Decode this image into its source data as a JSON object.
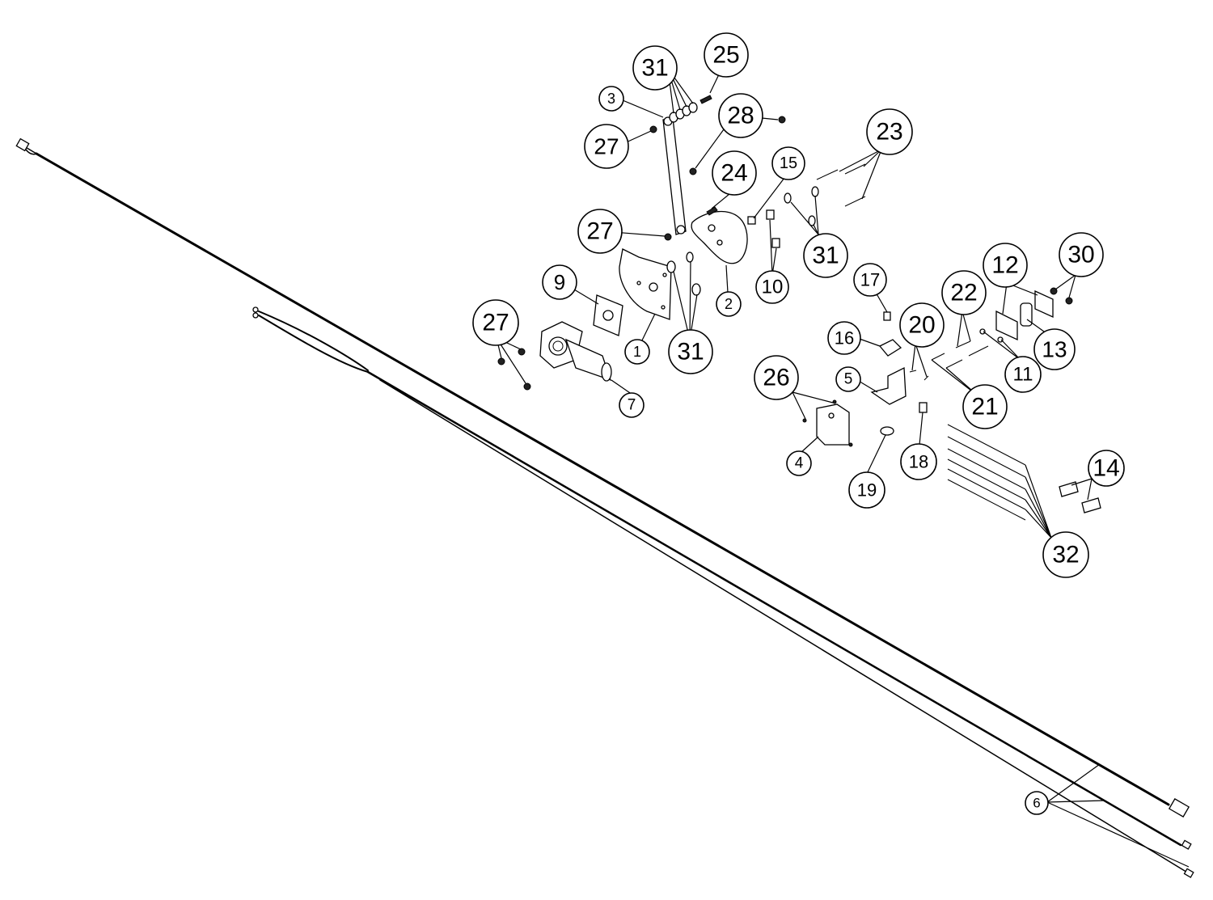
{
  "callouts": {
    "c1": "1",
    "c2": "2",
    "c3": "3",
    "c4": "4",
    "c5": "5",
    "c6": "6",
    "c7": "7",
    "c9": "9",
    "c10": "10",
    "c11": "11",
    "c12": "12",
    "c13": "13",
    "c14": "14",
    "c15": "15",
    "c16": "16",
    "c17": "17",
    "c18": "18",
    "c19": "19",
    "c20": "20",
    "c21": "21",
    "c22": "22",
    "c23": "23",
    "c24": "24",
    "c25": "25",
    "c26": "26",
    "c27a": "27",
    "c27b": "27",
    "c27c": "27",
    "c28": "28",
    "c30": "30",
    "c31a": "31",
    "c31b": "31",
    "c31c": "31",
    "c32": "32"
  }
}
